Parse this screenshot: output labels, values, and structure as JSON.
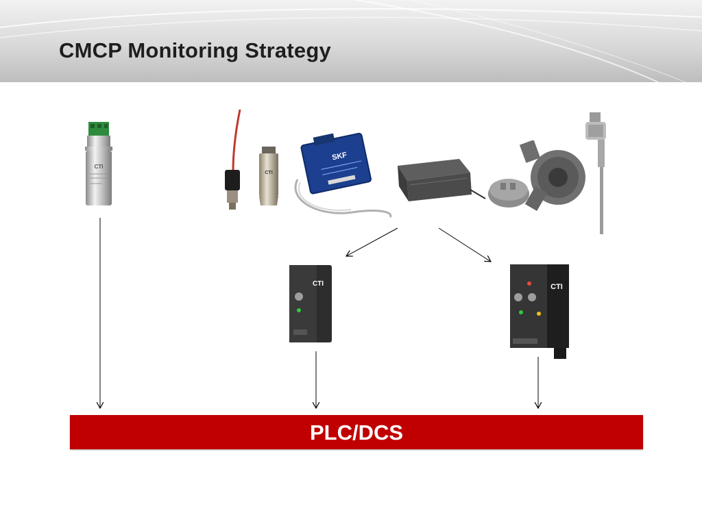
{
  "slide": {
    "title": "CMCP Monitoring Strategy"
  },
  "devices": {
    "sensor_brand_text": "CTI",
    "skf_brand_text": "SKF"
  },
  "output": {
    "label": "PLC/DCS",
    "bar_color": "#c00000"
  },
  "colors": {
    "header_gradient_top": "#f2f2f2",
    "header_gradient_bottom": "#bdbdbd",
    "title_text": "#1e1e1e",
    "arrow": "#000000"
  }
}
